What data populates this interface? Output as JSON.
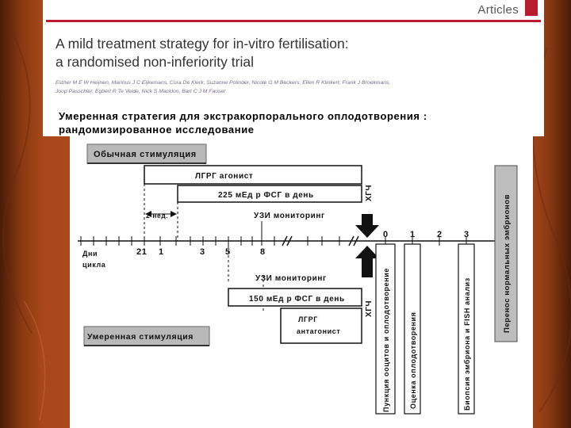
{
  "journal_section": "Articles",
  "paper": {
    "title_line1": "A mild treatment strategy for in-vitro fertilisation:",
    "title_line2": "a randomised non-inferiority trial",
    "authors_line1": "Esther M E W Heijnen, Marinus J C Eijkemans, Cora De Klerk, Suzanne Polinder, Nicole G M Beckers, Ellen R Klinkert, Frank J Broekmans,",
    "authors_line2": "Joop Passchier, Egbert R Te Velde, Nick S Macklon, Bart C J M Fauser"
  },
  "translation": {
    "title_line1": "Умеренная стратегия для экстракорпорального оплодотворения :",
    "title_line2": "рандомизированное исследование"
  },
  "diagram": {
    "conventional_label": "Обычная стимуляция",
    "mild_label": "Умеренная стимуляция",
    "gnrh_agonist": "ЛГРГ агонист",
    "fsh_225": "225 мЕд р ФСГ в день",
    "fsh_150": "150 мЕд р ФСГ в день",
    "gnrh_antagonist_line1": "ЛГРГ",
    "gnrh_antagonist_line2": "антагонист",
    "two_weeks": "2 нед.",
    "us_monitoring_top": "УЗИ мониторинг",
    "us_monitoring_bottom": "УЗИ мониторинг",
    "hcg_top": "ХГЧ",
    "hcg_bottom": "ХГЧ",
    "cycle_days_line1": "Дни",
    "cycle_days_line2": "цикла",
    "timeline_ticks": [
      "21",
      "1",
      "3",
      "5",
      "8",
      "0",
      "1",
      "2",
      "3"
    ],
    "oocyte_retrieval": "Пункция ооцитов и оплодотворение",
    "fertilisation_check": "Оценка оплодотворения",
    "embryo_biopsy": "Биопсия эмбриона и FISH анализ",
    "embryo_transfer": "Перенос нормальных эмбрионов"
  }
}
